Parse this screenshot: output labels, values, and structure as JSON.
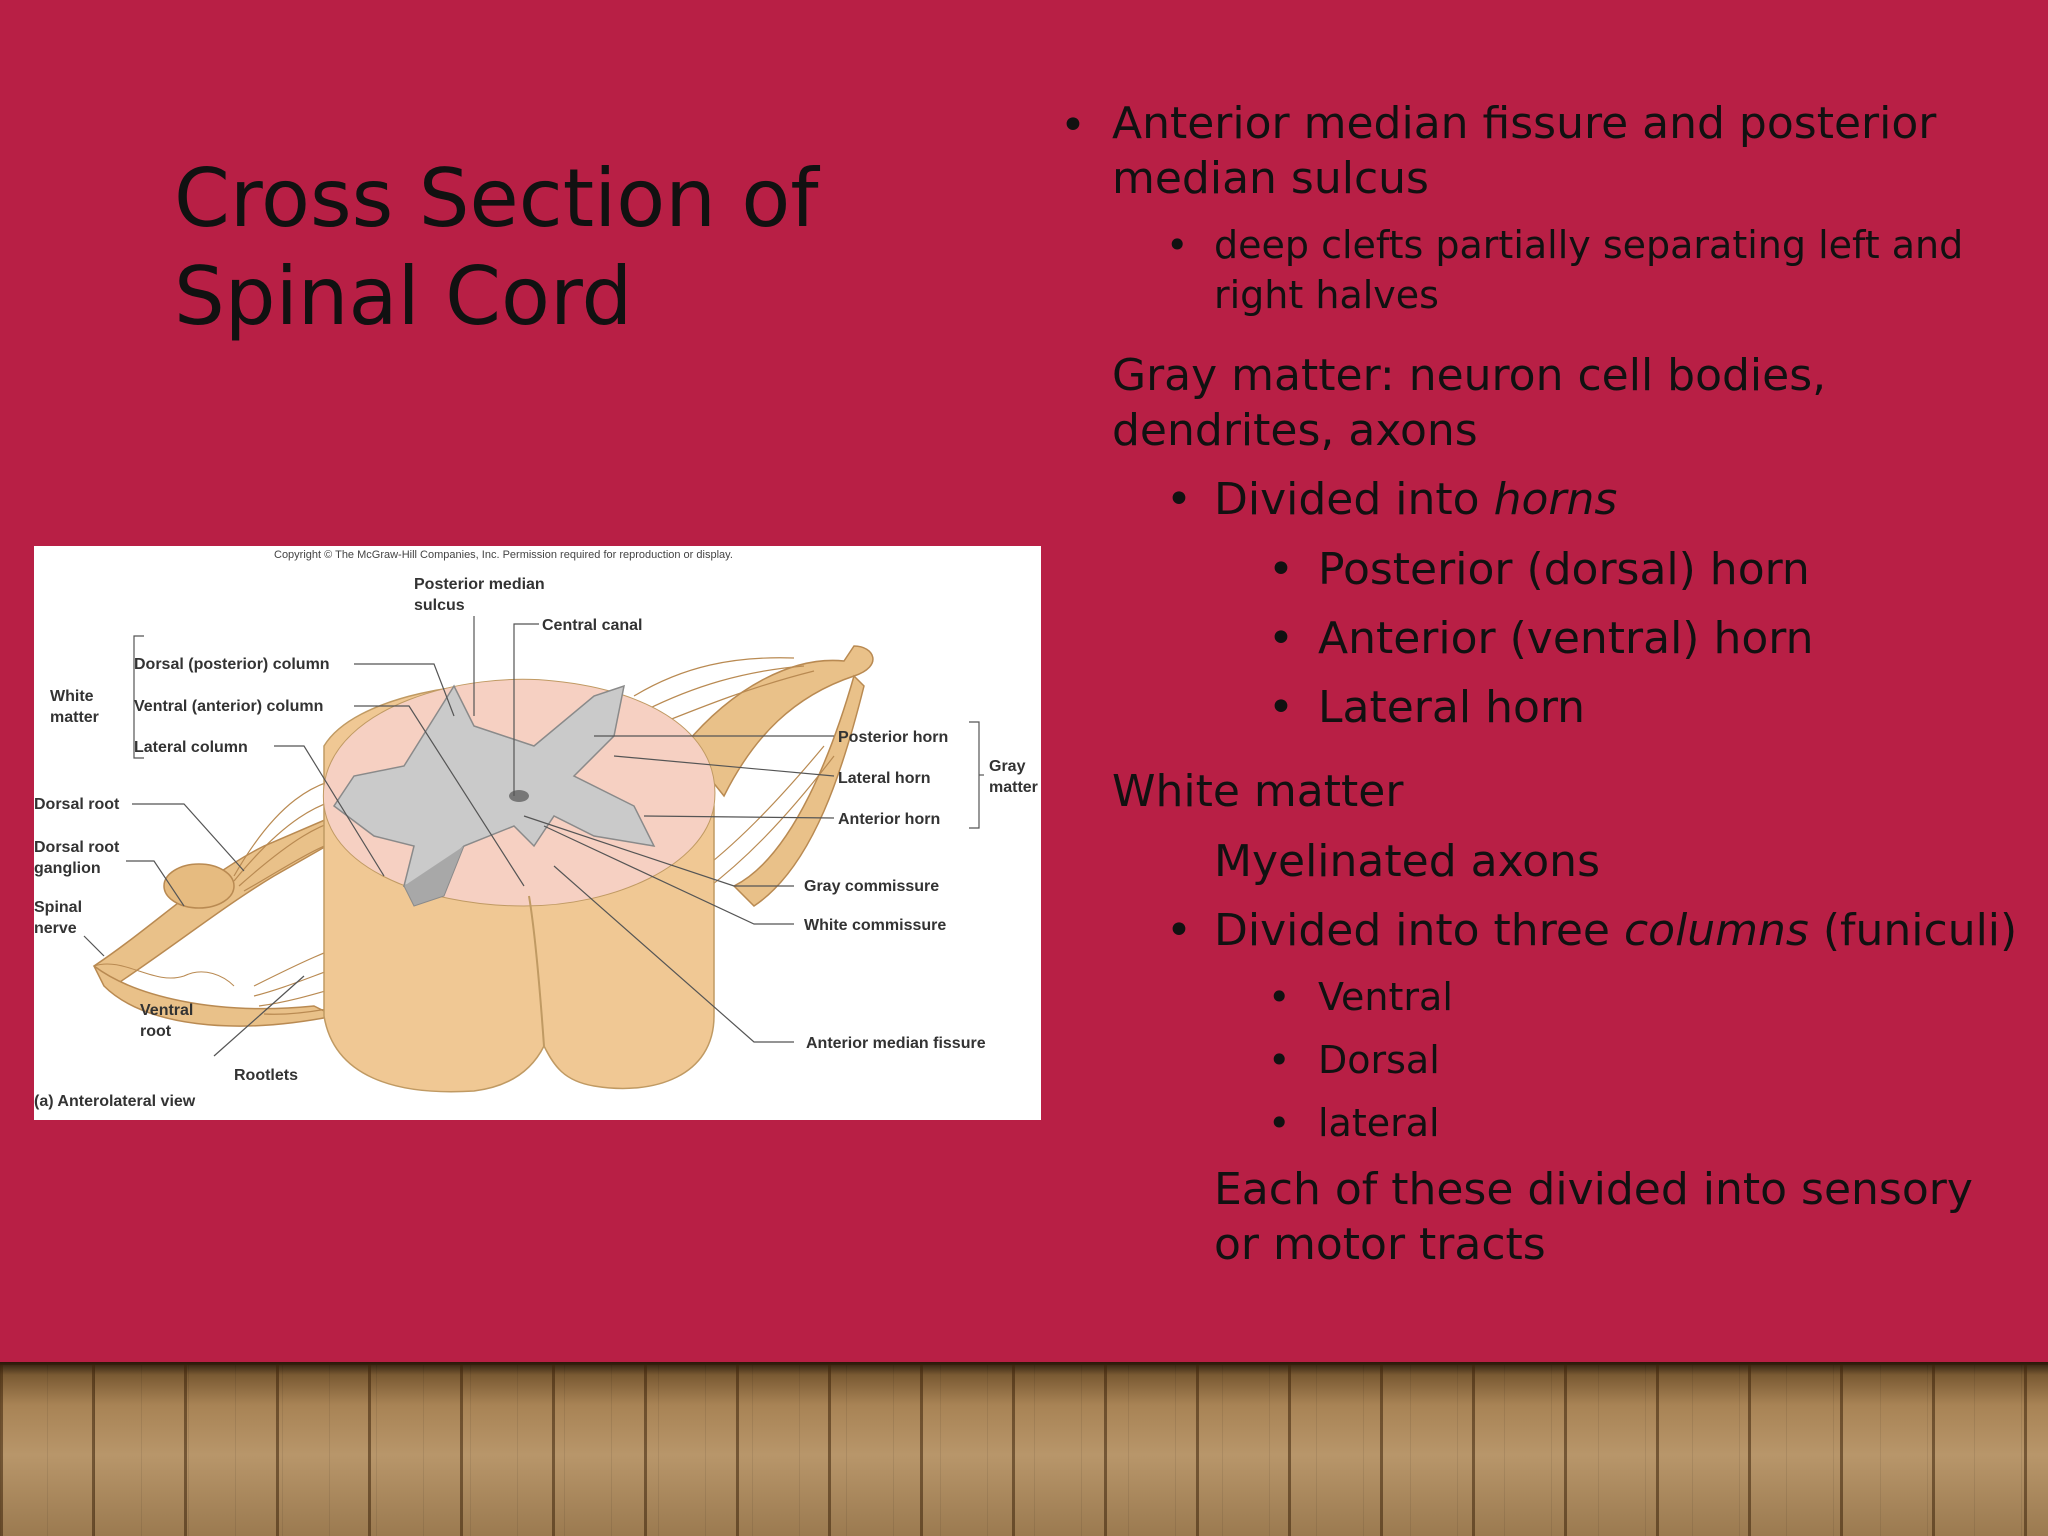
{
  "slide": {
    "title": "Cross Section of Spinal Cord",
    "bullets": {
      "b1": "Anterior median fissure and posterior median sulcus",
      "b1_1": "deep clefts partially separating left and right halves",
      "gray": "Gray matter: neuron cell bodies, dendrites, axons",
      "gray_1_pre": "Divided into ",
      "gray_1_em": "horns",
      "horn1": "Posterior (dorsal) horn",
      "horn2": "Anterior (ventral) horn",
      "horn3": "Lateral horn",
      "white": "White matter",
      "white_1": "Myelinated axons",
      "white_2_pre": "Divided into three ",
      "white_2_em": "columns",
      "white_2_post": " (funiculi)",
      "col1": "Ventral",
      "col2": "Dorsal",
      "col3": "lateral",
      "white_3": "Each of these divided into sensory or motor tracts"
    },
    "bullet_glyph": "•"
  },
  "figure": {
    "copyright": "Copyright © The McGraw-Hill Companies, Inc. Permission required for reproduction or display.",
    "labels": {
      "posterior_median_sulcus_1": "Posterior median",
      "posterior_median_sulcus_2": "sulcus",
      "central_canal": "Central canal",
      "white_matter_1": "White",
      "white_matter_2": "matter",
      "dorsal_column": "Dorsal (posterior) column",
      "ventral_column": "Ventral (anterior) column",
      "lateral_column": "Lateral column",
      "posterior_horn": "Posterior horn",
      "lateral_horn": "Lateral horn",
      "anterior_horn": "Anterior horn",
      "gray_matter_1": "Gray",
      "gray_matter_2": "matter",
      "dorsal_root": "Dorsal root",
      "dorsal_root_ganglion_1": "Dorsal root",
      "dorsal_root_ganglion_2": "ganglion",
      "spinal_nerve_1": "Spinal",
      "spinal_nerve_2": "nerve",
      "gray_commissure": "Gray commissure",
      "white_commissure": "White commissure",
      "ventral_root_1": "Ventral",
      "ventral_root_2": "root",
      "rootlets": "Rootlets",
      "anterior_median_fissure": "Anterior median fissure",
      "view": "(a) Anterolateral view"
    }
  },
  "colors": {
    "background": "#b81f45",
    "text": "#111111",
    "cord_white_matter": "#f0c894",
    "cord_gray_matter": "#c9c9c9"
  }
}
